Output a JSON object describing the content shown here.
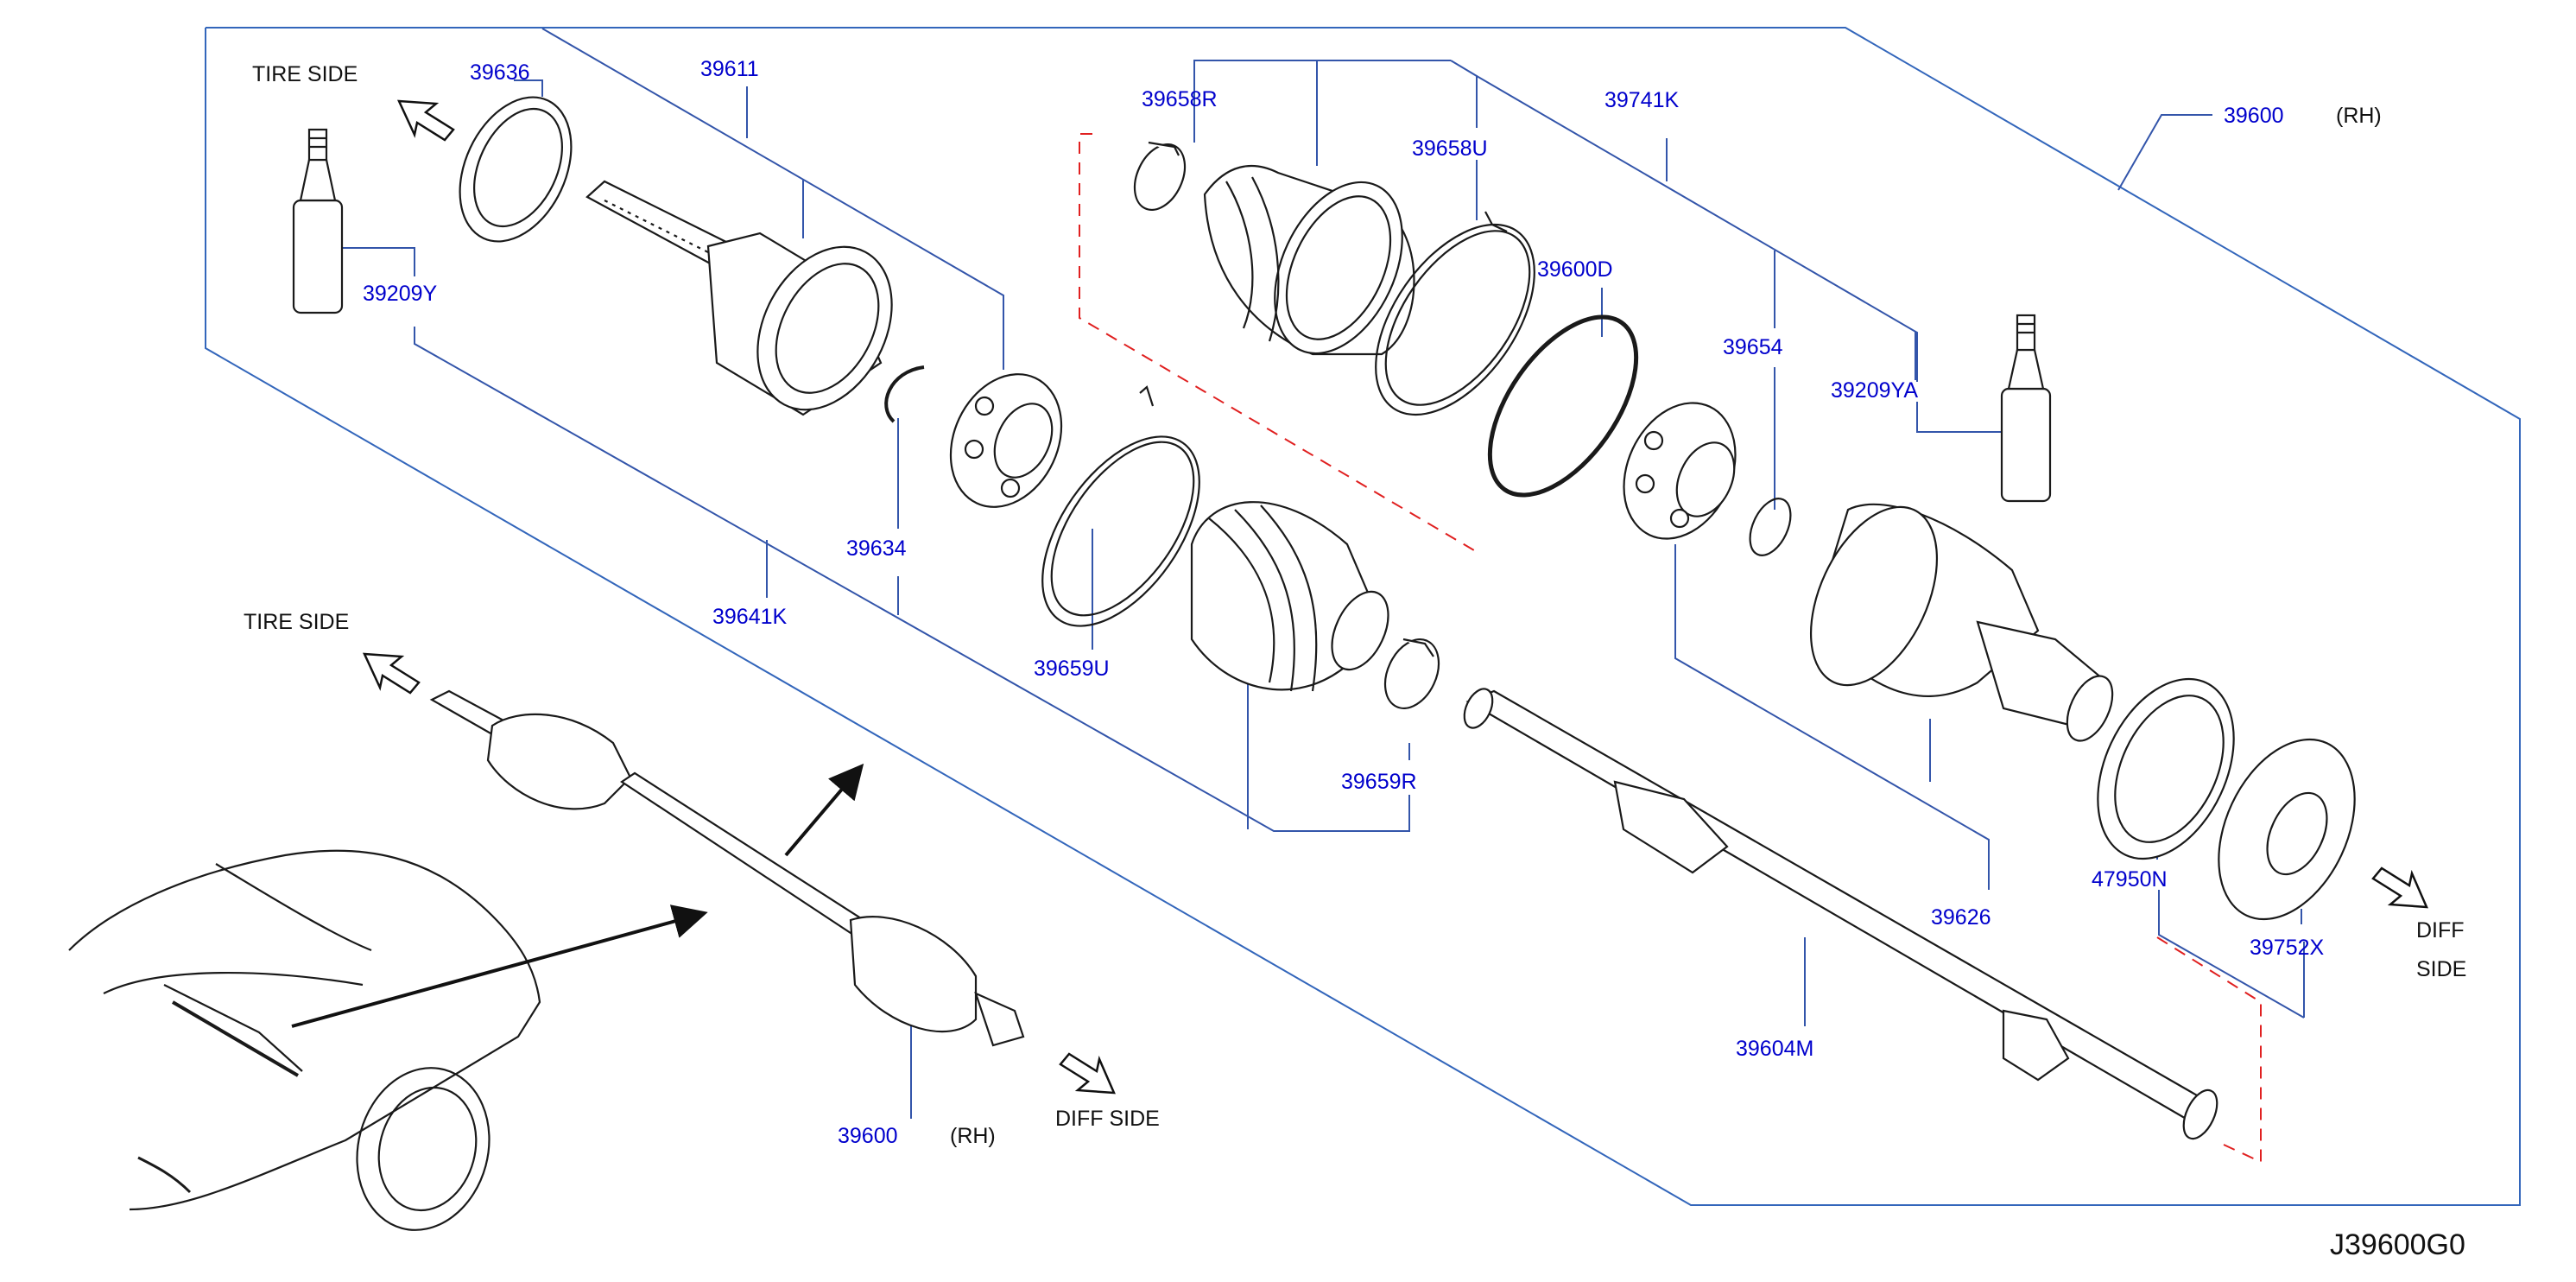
{
  "diagram": {
    "diagram_code": "J39600G0",
    "colors": {
      "part_number": "#0000cc",
      "leader_line": "#3355aa",
      "frame_line": "#3366bb",
      "drawing": "#1a1a1a",
      "dashed_boundary": "#e02020"
    },
    "direction_labels": {
      "tire_side_top": "TIRE   SIDE",
      "tire_side_bottom": "TIRE   SIDE",
      "diff_side_bottom": "DIFF   SIDE",
      "diff_side_right_line1": "DIFF",
      "diff_side_right_line2": "SIDE"
    },
    "parts": {
      "p39636": "39636",
      "p39611": "39611",
      "p39209Y": "39209Y",
      "p39634": "39634",
      "p39641K": "39641K",
      "p39659U": "39659U",
      "p39659R": "39659R",
      "p39658R": "39658R",
      "p39658U": "39658U",
      "p39741K": "39741K",
      "p39600D": "39600D",
      "p39654": "39654",
      "p39209YA": "39209YA",
      "p39600_top": "39600",
      "p39600_bottom": "39600",
      "p39626": "39626",
      "p47950N": "47950N",
      "p39752X": "39752X",
      "p39604M": "39604M"
    },
    "qualifiers": {
      "rh_top": "(RH)",
      "rh_bottom": "(RH)"
    },
    "icons": [
      "tire-side-arrow-icon",
      "diff-side-arrow-icon",
      "grease-tube-icon",
      "vehicle-outline-icon"
    ]
  }
}
